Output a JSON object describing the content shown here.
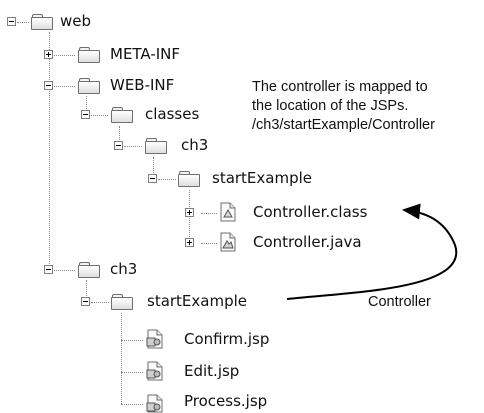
{
  "tree": {
    "web": "web",
    "meta_inf": "META-INF",
    "web_inf": "WEB-INF",
    "classes": "classes",
    "ch3_inner": "ch3",
    "startexample_inner": "startExample",
    "controller_class": "Controller.class",
    "controller_java": "Controller.java",
    "ch3": "ch3",
    "startexample": "startExample",
    "confirm_jsp": "Confirm.jsp",
    "edit_jsp": "Edit.jsp",
    "process_jsp": "Process.jsp"
  },
  "annotation": {
    "line1": "The controller is mapped to",
    "line2": "the location of the JSPs.",
    "line3": "/ch3/startExample/Controller"
  },
  "arrow_label": "Controller",
  "colors": {
    "line": "#8a8a8a",
    "text": "#111111",
    "arrow": "#000000"
  },
  "icons": {
    "folder": "folder-icon",
    "file": "file-icon",
    "expand": "plus-icon",
    "collapse": "minus-icon"
  }
}
